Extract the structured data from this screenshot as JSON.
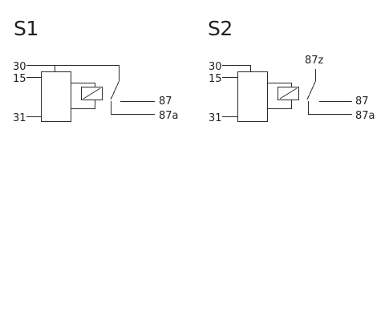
{
  "diagrams": [
    {
      "title": "S1",
      "pins": {
        "pin30": "30",
        "pin15": "15",
        "pin31": "31",
        "pin87": "87",
        "pin87a": "87a"
      }
    },
    {
      "title": "S2",
      "pins": {
        "pin30": "30",
        "pin15": "15",
        "pin31": "31",
        "pin87z": "87z",
        "pin87": "87",
        "pin87a": "87a"
      }
    }
  ],
  "colors": {
    "line": "#2b2b2b",
    "text": "#1f1f1f",
    "background": "#ffffff"
  }
}
